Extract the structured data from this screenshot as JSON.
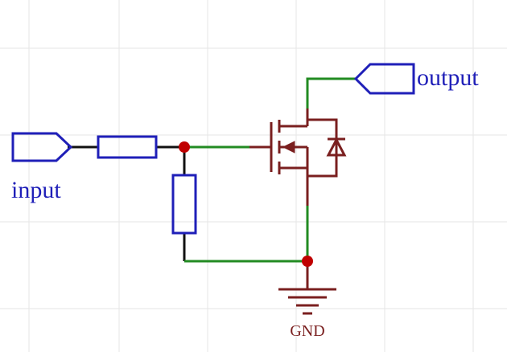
{
  "schematic": {
    "labels": {
      "input": "input",
      "output": "output",
      "ground": "GND"
    },
    "colors": {
      "port_blue": "#1f1fb8",
      "wire_green": "#228b22",
      "wire_black": "#111111",
      "component_dark_red": "#7a1f1f",
      "junction_red": "#c00000",
      "text_blue": "#1f1fb8",
      "text_dark_red": "#7a1f1f",
      "grid": "#e6e6e6"
    },
    "components": [
      {
        "type": "input-port",
        "name": "input"
      },
      {
        "type": "resistor",
        "orientation": "horizontal"
      },
      {
        "type": "resistor",
        "orientation": "vertical"
      },
      {
        "type": "n-channel-mosfet",
        "with_body_diode": true
      },
      {
        "type": "output-port",
        "name": "output"
      },
      {
        "type": "ground",
        "name": "GND"
      }
    ]
  }
}
